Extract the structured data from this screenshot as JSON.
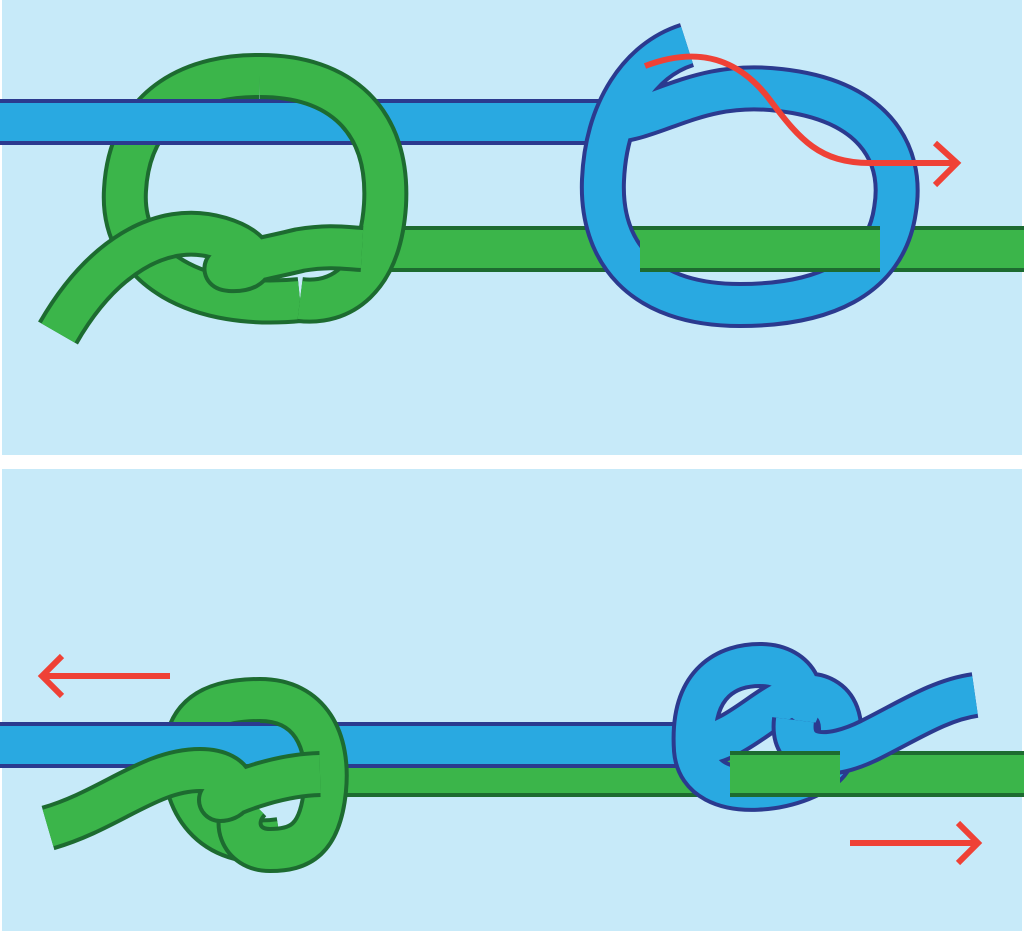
{
  "colors": {
    "background": "#c7eaf9",
    "separator": "#ffffff",
    "blue_rope": "#29a9e1",
    "blue_rope_outline": "#2b3a8f",
    "green_rope": "#3bb54a",
    "green_rope_outline": "#1d6b30",
    "arrow": "#ef4136"
  },
  "panels": [
    {
      "step": "loose",
      "arrows": [
        "curved-arrow-right"
      ]
    },
    {
      "step": "tightened",
      "arrows": [
        "arrow-left",
        "arrow-right"
      ]
    }
  ]
}
